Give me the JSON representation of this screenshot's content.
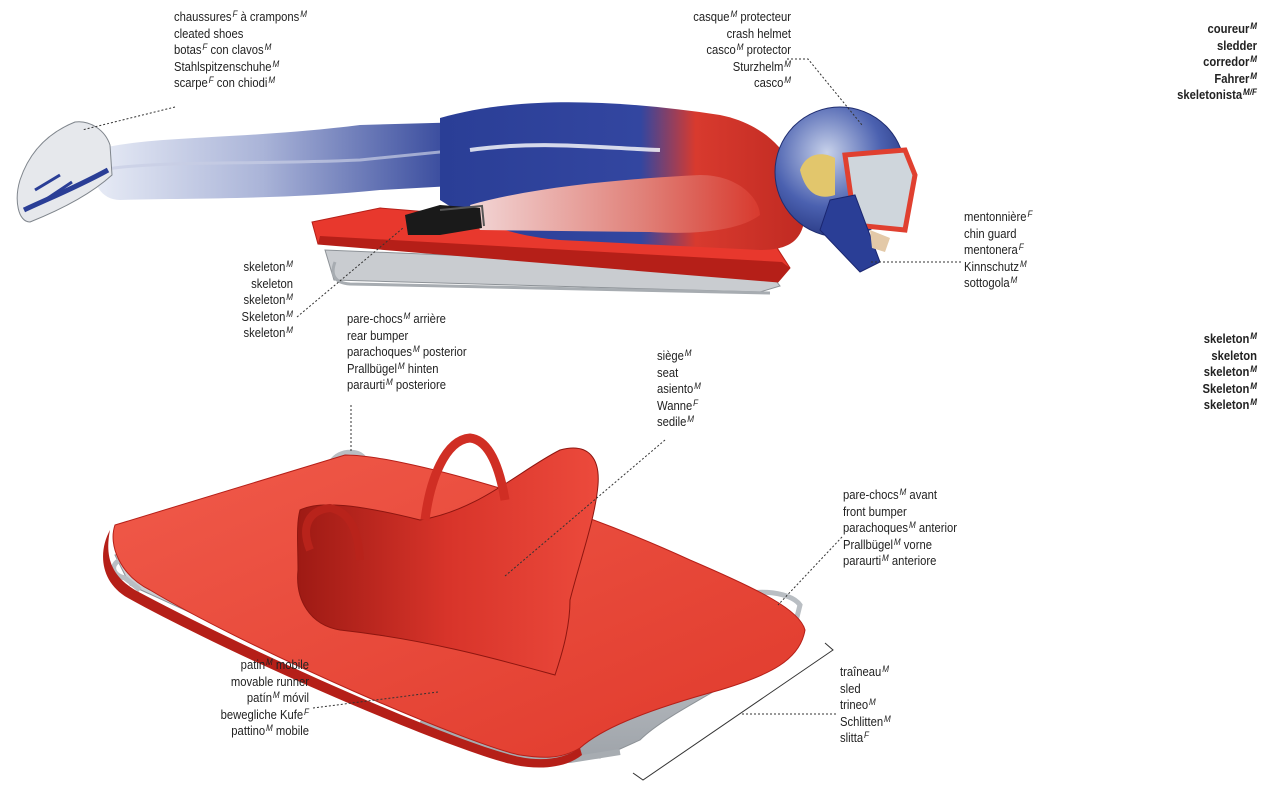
{
  "colors": {
    "sled": "#e8382d",
    "sled_dark": "#b51f18",
    "suit_blue": "#2a3e96",
    "suit_red": "#d83a2e",
    "runner": "#c9ccd0"
  },
  "labels": {
    "shoes": [
      "chaussures|F| à crampons|M|",
      "cleated shoes",
      "botas|F| con clavos|M|",
      "Stahlspitzenschuhe|M|",
      "scarpe|F| con chiodi|M|"
    ],
    "helmet": [
      "casque|M| protecteur",
      "crash helmet",
      "casco|M| protector",
      "Sturzhelm|M|",
      "casco|M|"
    ],
    "rider": [
      "coureur|M|",
      "sledder",
      "corredor|M|",
      "Fahrer|M|",
      "skeletonista|M/F|"
    ],
    "chin_guard": [
      "mentonnière|F|",
      "chin guard",
      "mentonera|F|",
      "Kinnschutz|M|",
      "sottogola|M|"
    ],
    "skeleton_left": [
      "skeleton|M|",
      "skeleton",
      "skeleton|M|",
      "Skeleton|M|",
      "skeleton|M|"
    ],
    "skeleton_right": [
      "skeleton|M|",
      "skeleton",
      "skeleton|M|",
      "Skeleton|M|",
      "skeleton|M|"
    ],
    "rear_bumper": [
      "pare-chocs|M| arrière",
      "rear bumper",
      "parachoques|M| posterior",
      "Prallbügel|M| hinten",
      "paraurti|M| posteriore"
    ],
    "seat": [
      "siège|M|",
      "seat",
      "asiento|M|",
      "Wanne|F|",
      "sedile|M|"
    ],
    "front_bumper": [
      "pare-chocs|M| avant",
      "front bumper",
      "parachoques|M| anterior",
      "Prallbügel|M| vorne",
      "paraurti|M| anteriore"
    ],
    "runner": [
      "patin|M| mobile",
      "movable runner",
      "patín|M| móvil",
      "bewegliche Kufe|F|",
      "pattino|M| mobile"
    ],
    "sled": [
      "traîneau|M|",
      "sled",
      "trineo|M|",
      "Schlitten|M|",
      "slitta|F|"
    ]
  }
}
